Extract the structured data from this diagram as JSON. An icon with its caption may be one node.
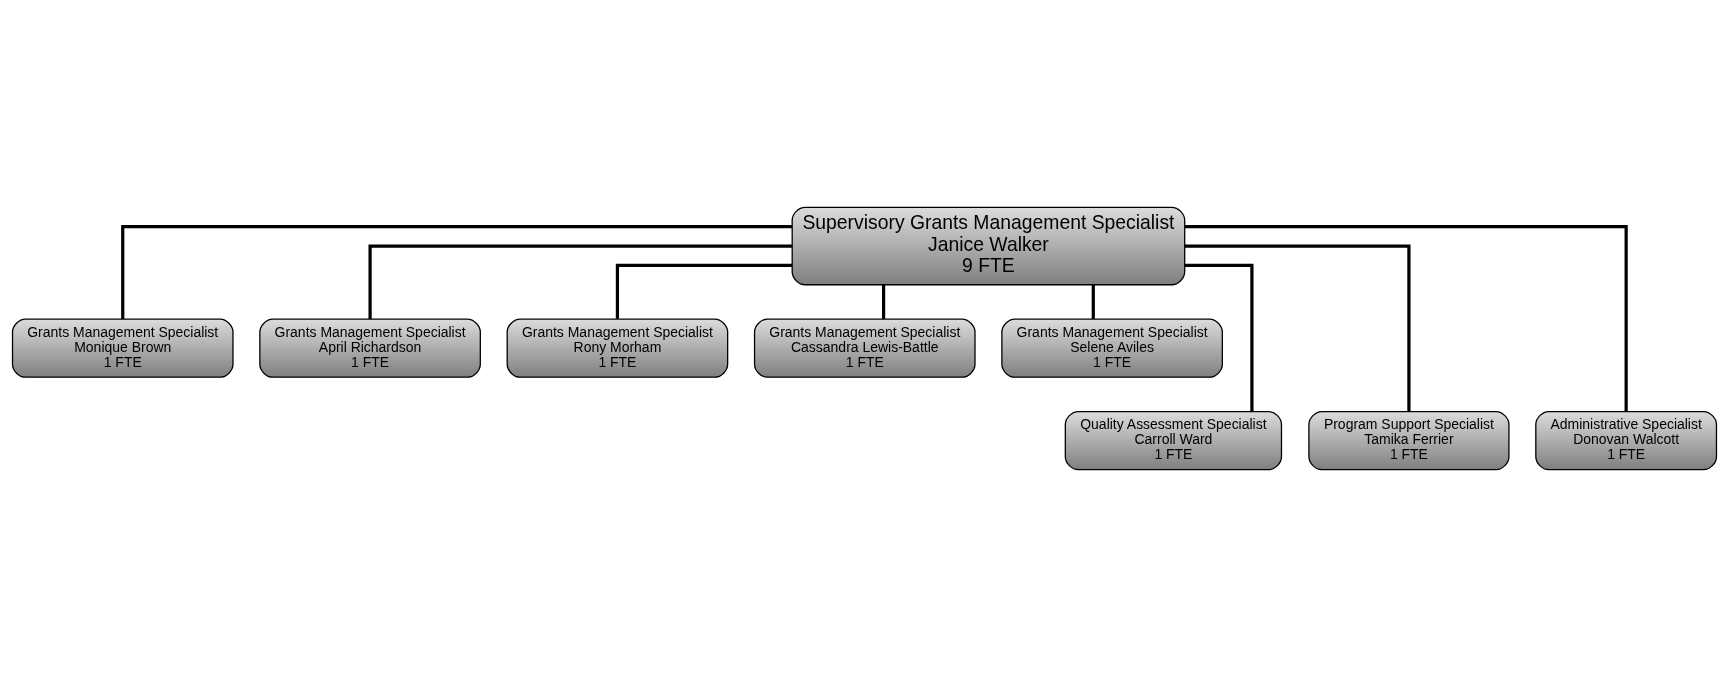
{
  "diagram": {
    "nodes": [
      {
        "text": [
          "Supervisory Grants Management Specialist",
          "Janice Walker",
          "9 FTE"
        ]
      },
      {
        "text": [
          "Grants Management Specialist",
          "Monique Brown",
          "1 FTE"
        ]
      },
      {
        "text": [
          "Grants Management Specialist",
          "April Richardson",
          "1 FTE"
        ]
      },
      {
        "text": [
          "Grants Management Specialist",
          "Rony Morham",
          "1 FTE"
        ]
      },
      {
        "text": [
          "Grants Management Specialist",
          "Cassandra Lewis-Battle",
          "1 FTE"
        ]
      },
      {
        "text": [
          "Grants Management Specialist",
          "Selene Aviles",
          "1 FTE"
        ]
      },
      {
        "text": [
          "Quality Assessment Specialist",
          "Carroll Ward",
          "1 FTE"
        ]
      },
      {
        "text": [
          "Program Support Specialist",
          "Tamika Ferrier",
          "1 FTE"
        ]
      },
      {
        "text": [
          "Administrative Specialist",
          "Donovan Walcott",
          "1 FTE"
        ]
      }
    ],
    "edges": [
      {
        "from": 0,
        "to": 1,
        "arrow": "none"
      },
      {
        "from": 0,
        "to": 2,
        "arrow": "none"
      },
      {
        "from": 0,
        "to": 3,
        "arrow": "none"
      },
      {
        "from": 0,
        "to": 4,
        "arrow": "none"
      },
      {
        "from": 0,
        "to": 5,
        "arrow": "none"
      },
      {
        "from": 0,
        "to": 6,
        "arrow": "none"
      },
      {
        "from": 0,
        "to": 7,
        "arrow": "none"
      },
      {
        "from": 0,
        "to": 8,
        "arrow": "none"
      }
    ]
  }
}
